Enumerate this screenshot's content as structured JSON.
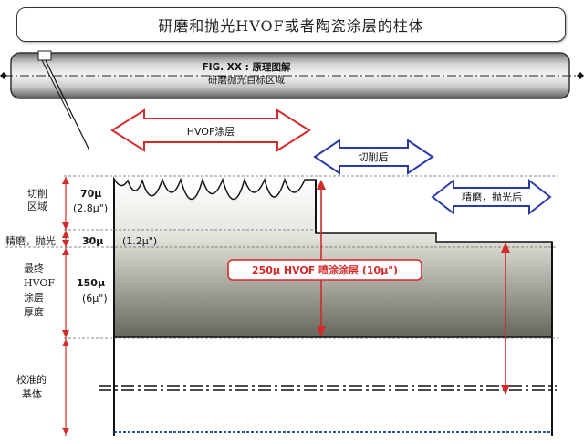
{
  "title": "研磨和抛光HVOF或者陶瓷涂层的柱体",
  "rod": {
    "fig_label": "FIG. XX : 原理图解",
    "fig_sub": "研磨抛光目标区域"
  },
  "arrows": {
    "hvof": "HVOF涂层",
    "after_cut": "切削后",
    "after_grind": "精磨，抛光后"
  },
  "left_labels": {
    "cut_zone": [
      "切削",
      "区域"
    ],
    "grind": "精磨，抛光",
    "final": [
      "最终",
      "HVOF",
      "涂层",
      "厚度"
    ],
    "substrate": [
      "校准的",
      "基体"
    ]
  },
  "dims": {
    "d70": "70μ",
    "d70_sub": "(2.8μ\")",
    "d30": "30μ",
    "d30_sub": "(1.2μ\")",
    "d150": "150μ",
    "d150_sub": "(6μ\")"
  },
  "callout": "250μ HVOF 喷涂涂层 (10μ\")",
  "colors": {
    "red": "#d42a2a",
    "blue": "#2a3aa8",
    "dark": "#222222"
  }
}
